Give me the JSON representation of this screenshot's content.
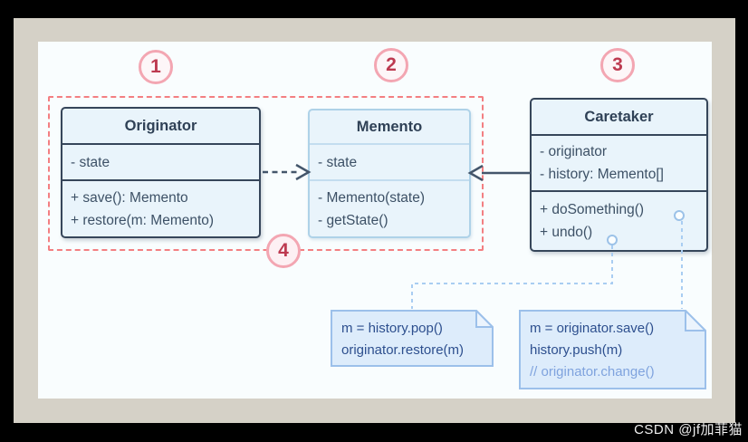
{
  "badges": [
    "1",
    "2",
    "3",
    "4"
  ],
  "classes": {
    "originator": {
      "name": "Originator",
      "attrs": [
        "- state"
      ],
      "methods": [
        "+ save(): Memento",
        "+ restore(m: Memento)"
      ]
    },
    "memento": {
      "name": "Memento",
      "attrs": [
        "- state"
      ],
      "methods": [
        "- Memento(state)",
        "- getState()"
      ]
    },
    "caretaker": {
      "name": "Caretaker",
      "attrs": [
        "- originator",
        "- history: Memento[]"
      ],
      "methods": [
        "+ doSomething()",
        "+ undo()"
      ]
    }
  },
  "notes": {
    "undo": {
      "lines": [
        "m = history.pop()",
        "originator.restore(m)"
      ]
    },
    "save": {
      "lines": [
        "m = originator.save()",
        "history.push(m)",
        "// originator.change()"
      ]
    }
  },
  "watermark": "CSDN @jf加菲猫",
  "colors": {
    "frame": "#d5d1c7",
    "panel": "#f9fdfe",
    "dashed_region": "#f37f82",
    "badge_border": "#f3a6b2",
    "badge_number": "#bd3a50",
    "class_fill": "#e9f4fb",
    "class_border_dark": "#36465a",
    "class_border_light": "#aed2e8",
    "arrow": "#44566b",
    "connector_blue": "#a9cdf2",
    "note_fill": "#ddecfb",
    "note_border": "#9cc0ea",
    "note_text": "#2d4f8e",
    "note_comment": "#7fa3de"
  }
}
